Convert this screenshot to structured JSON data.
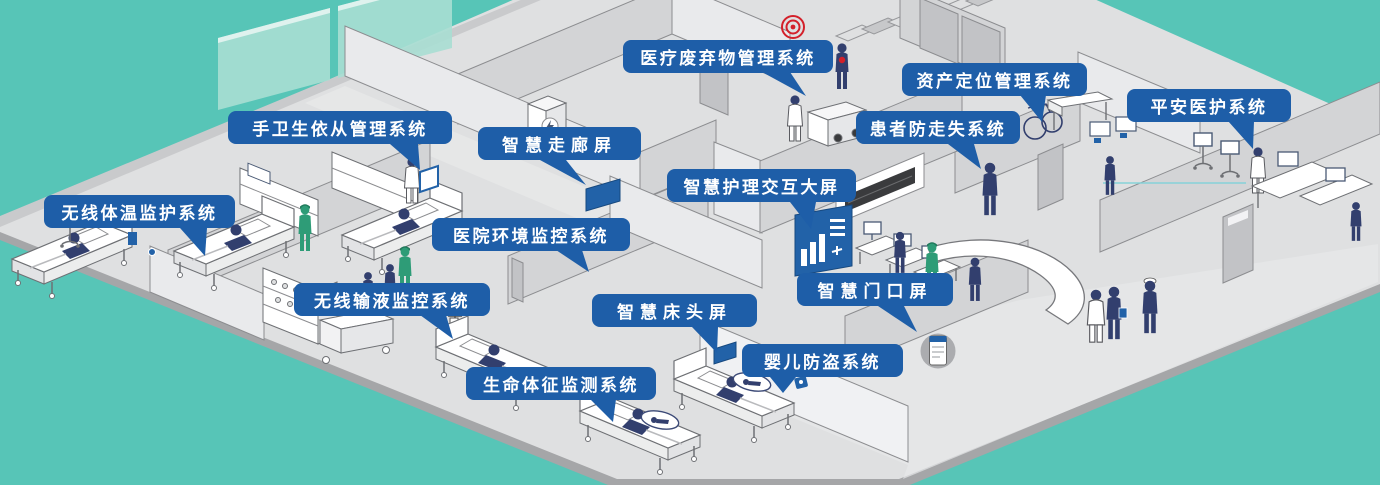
{
  "scene_type": "smart-hospital-isometric-infographic",
  "colors": {
    "background_teal": "#57c5b7",
    "glass_wall_teal": "#a9ded3",
    "floor_gray": "#dfe0e1",
    "floor_edge_gray": "#a5a6a8",
    "wall_light": "#e9eaec",
    "wall_dark": "#d3d4d6",
    "label_blue": "#1e5ea8",
    "device_blue": "#2262a8",
    "figure_navy": "#323f6e",
    "nurse_green": "#2e9c77",
    "alarm_red": "#d3202a",
    "label_text": "#ffffff"
  },
  "labels": [
    {
      "id": "wireless-temperature-monitoring",
      "text": "无线体温监护系统"
    },
    {
      "id": "hand-hygiene-compliance",
      "text": "手卫生依从管理系统"
    },
    {
      "id": "smart-corridor-screen",
      "text": "智慧走廊屏"
    },
    {
      "id": "medical-waste-management",
      "text": "医疗废弃物管理系统"
    },
    {
      "id": "asset-location-management",
      "text": "资产定位管理系统"
    },
    {
      "id": "patient-anti-wandering",
      "text": "患者防走失系统"
    },
    {
      "id": "safe-medical-care",
      "text": "平安医护系统"
    },
    {
      "id": "smart-nursing-interactive-screen",
      "text": "智慧护理交互大屏"
    },
    {
      "id": "hospital-environment-monitoring",
      "text": "医院环境监控系统"
    },
    {
      "id": "wireless-infusion-monitoring",
      "text": "无线输液监控系统"
    },
    {
      "id": "smart-bedside-screen",
      "text": "智慧床头屏"
    },
    {
      "id": "smart-doorway-screen",
      "text": "智慧门口屏"
    },
    {
      "id": "infant-anti-theft",
      "text": "婴儿防盗系统"
    },
    {
      "id": "vital-signs-monitoring",
      "text": "生命体征监测系统"
    }
  ],
  "icons": {
    "alarm": "alarm-rings-icon",
    "dashboard": "bar-chart-dashboard-icon",
    "corridor_screen": "wall-screen-icon",
    "bedside_screen": "bedside-screen-icon",
    "door_badge": "door-tablet-icon",
    "infant_tag": "baby-tag-icon",
    "elevator_emblem": "lightning-emblem-icon"
  }
}
